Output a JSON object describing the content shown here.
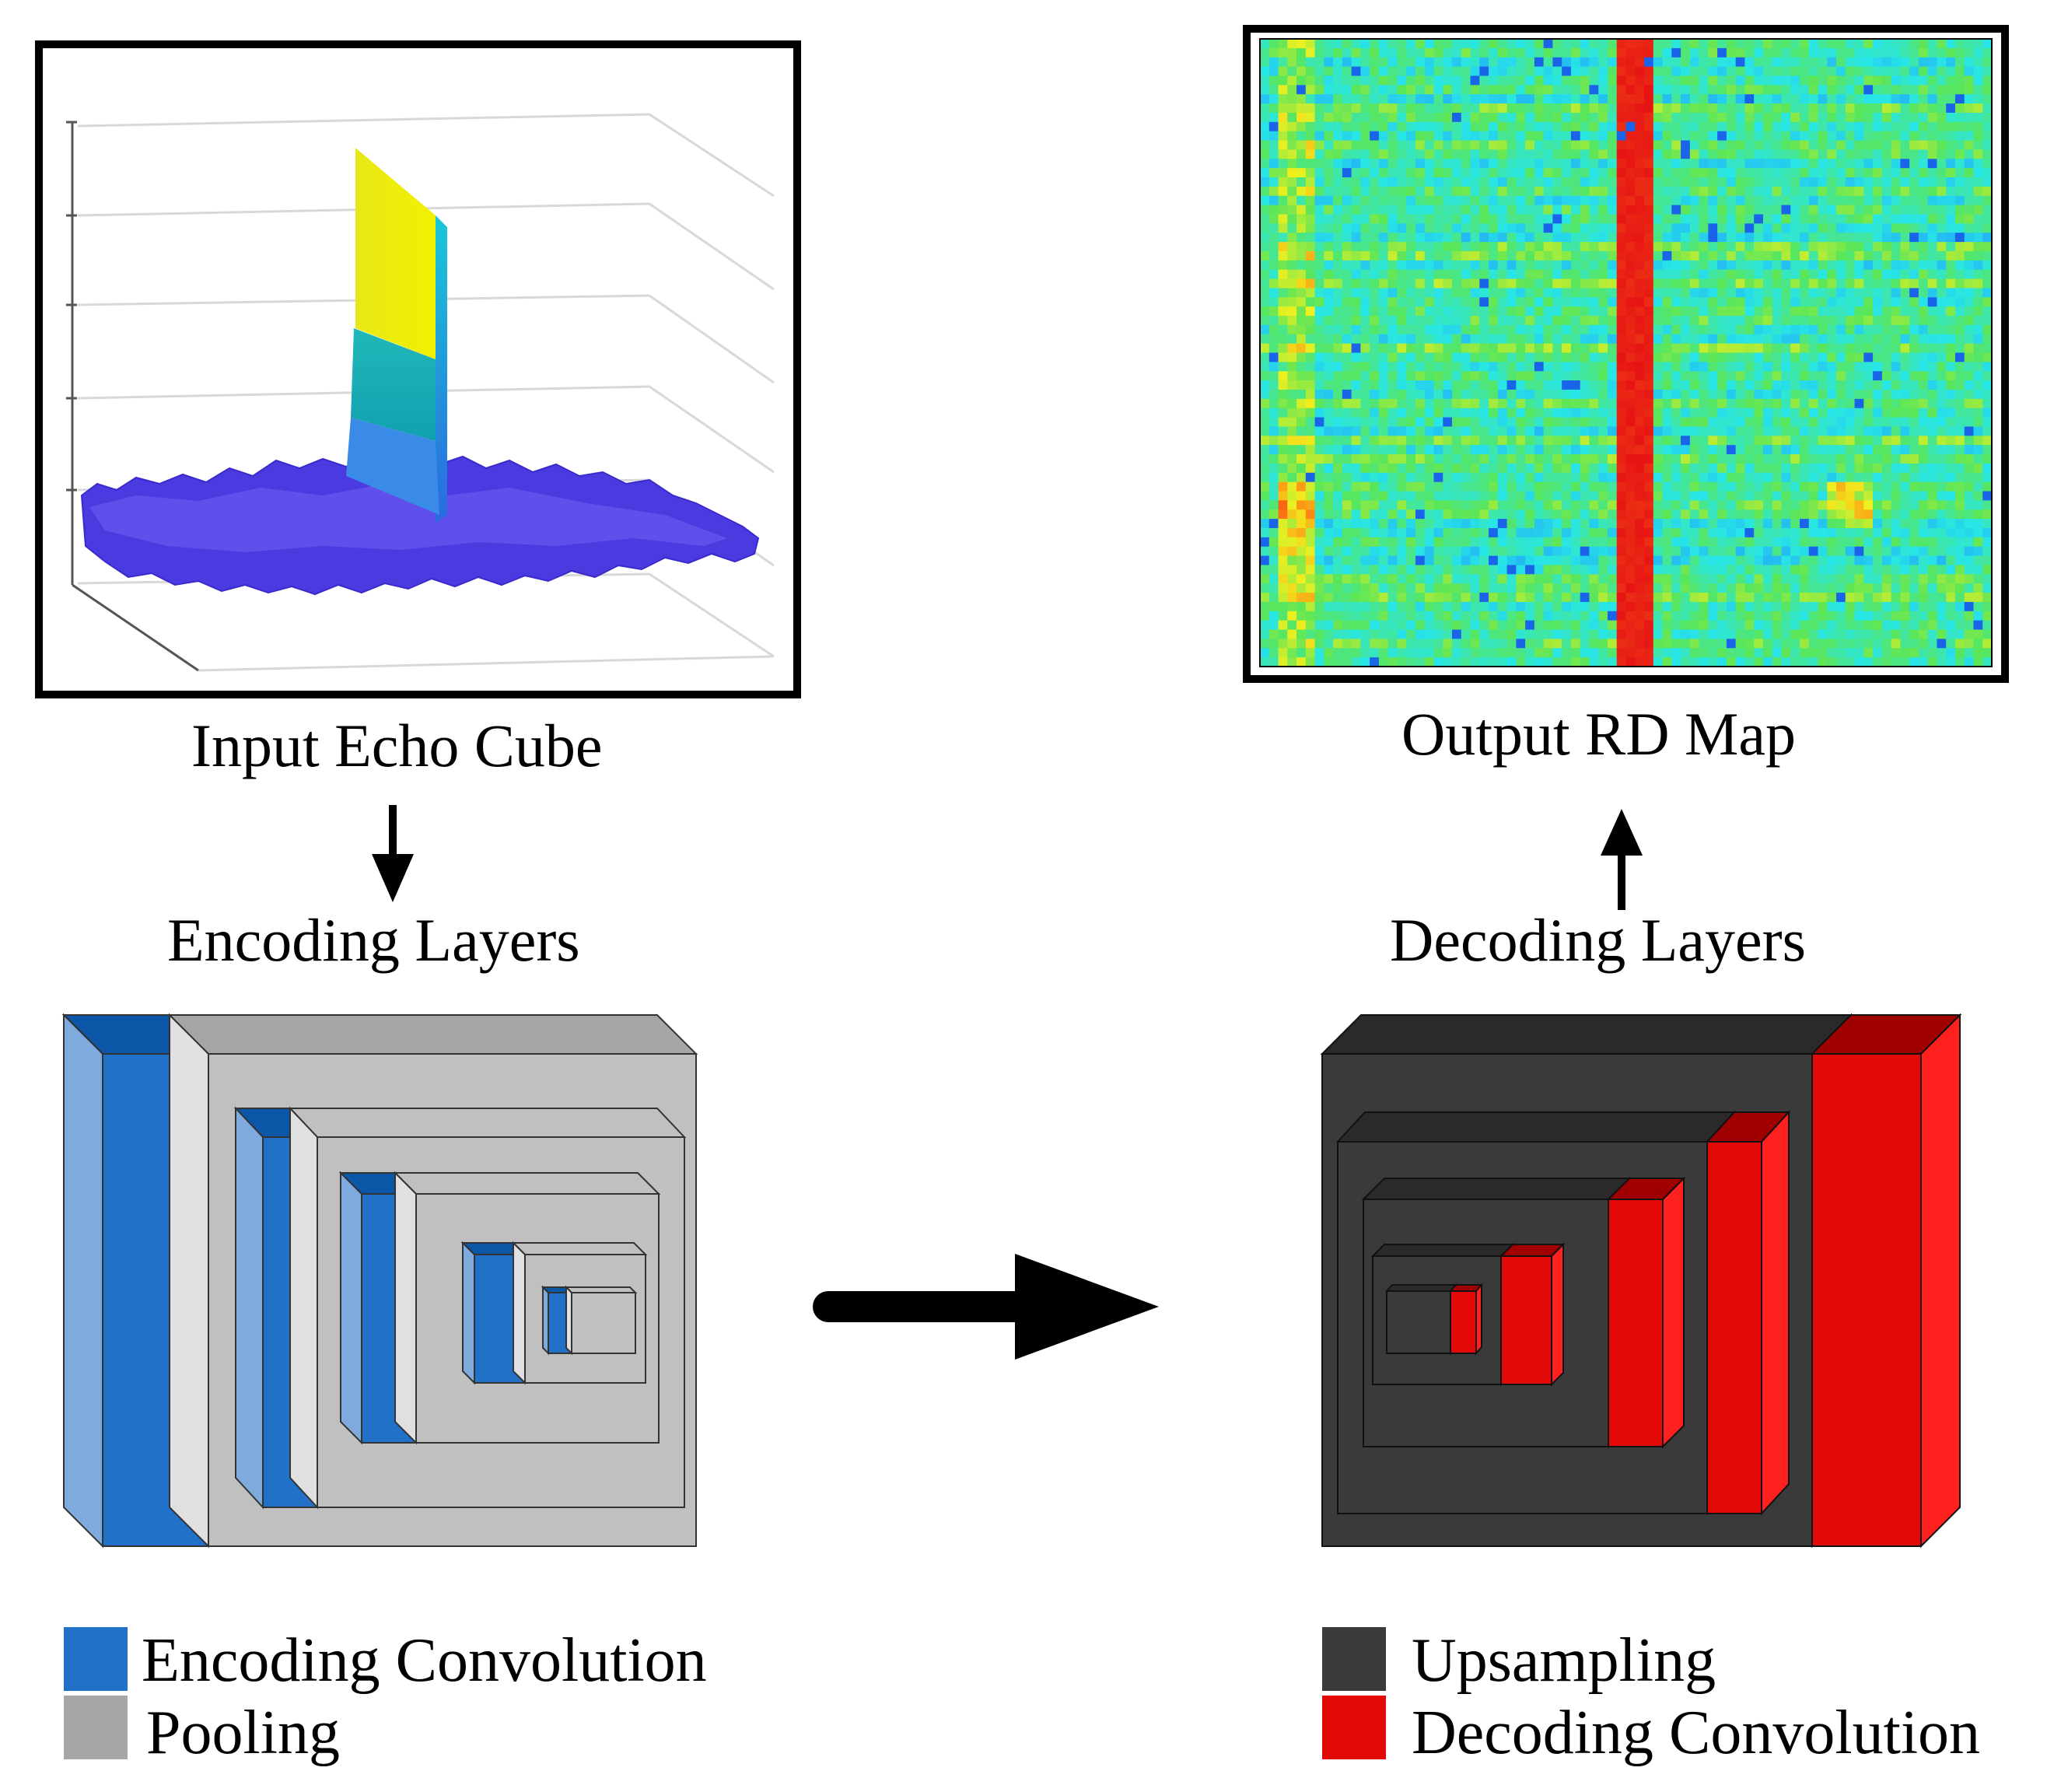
{
  "labels": {
    "input": "Input Echo Cube",
    "output": "Output RD Map",
    "encoding": "Encoding Layers",
    "decoding": "Decoding Layers"
  },
  "legend": [
    {
      "key": "encoding_conv",
      "label": "Encoding Convolution",
      "color": "#2271c8"
    },
    {
      "key": "pooling",
      "label": "Pooling",
      "color": "#a6a6a6"
    },
    {
      "key": "upsampling",
      "label": "Upsampling",
      "color": "#3a3a3a"
    },
    {
      "key": "decoding_conv",
      "label": "Decoding Convolution",
      "color": "#e40909"
    }
  ],
  "colors": {
    "encode_blue": "#2271c8",
    "encode_blue_light": "#7eaade",
    "encode_blue_dark": "#0b56a6",
    "pool_grey": "#c0c0c0",
    "pool_grey_light": "#e0e0e0",
    "pool_grey_dark": "#a6a6a6",
    "upsample_dark": "#3a3a3a",
    "upsample_side": "#6a6a6a",
    "upsample_top": "#2a2a2a",
    "decode_red": "#e40909",
    "decode_red_light": "#ff2020",
    "decode_red_dark": "#a00000"
  }
}
